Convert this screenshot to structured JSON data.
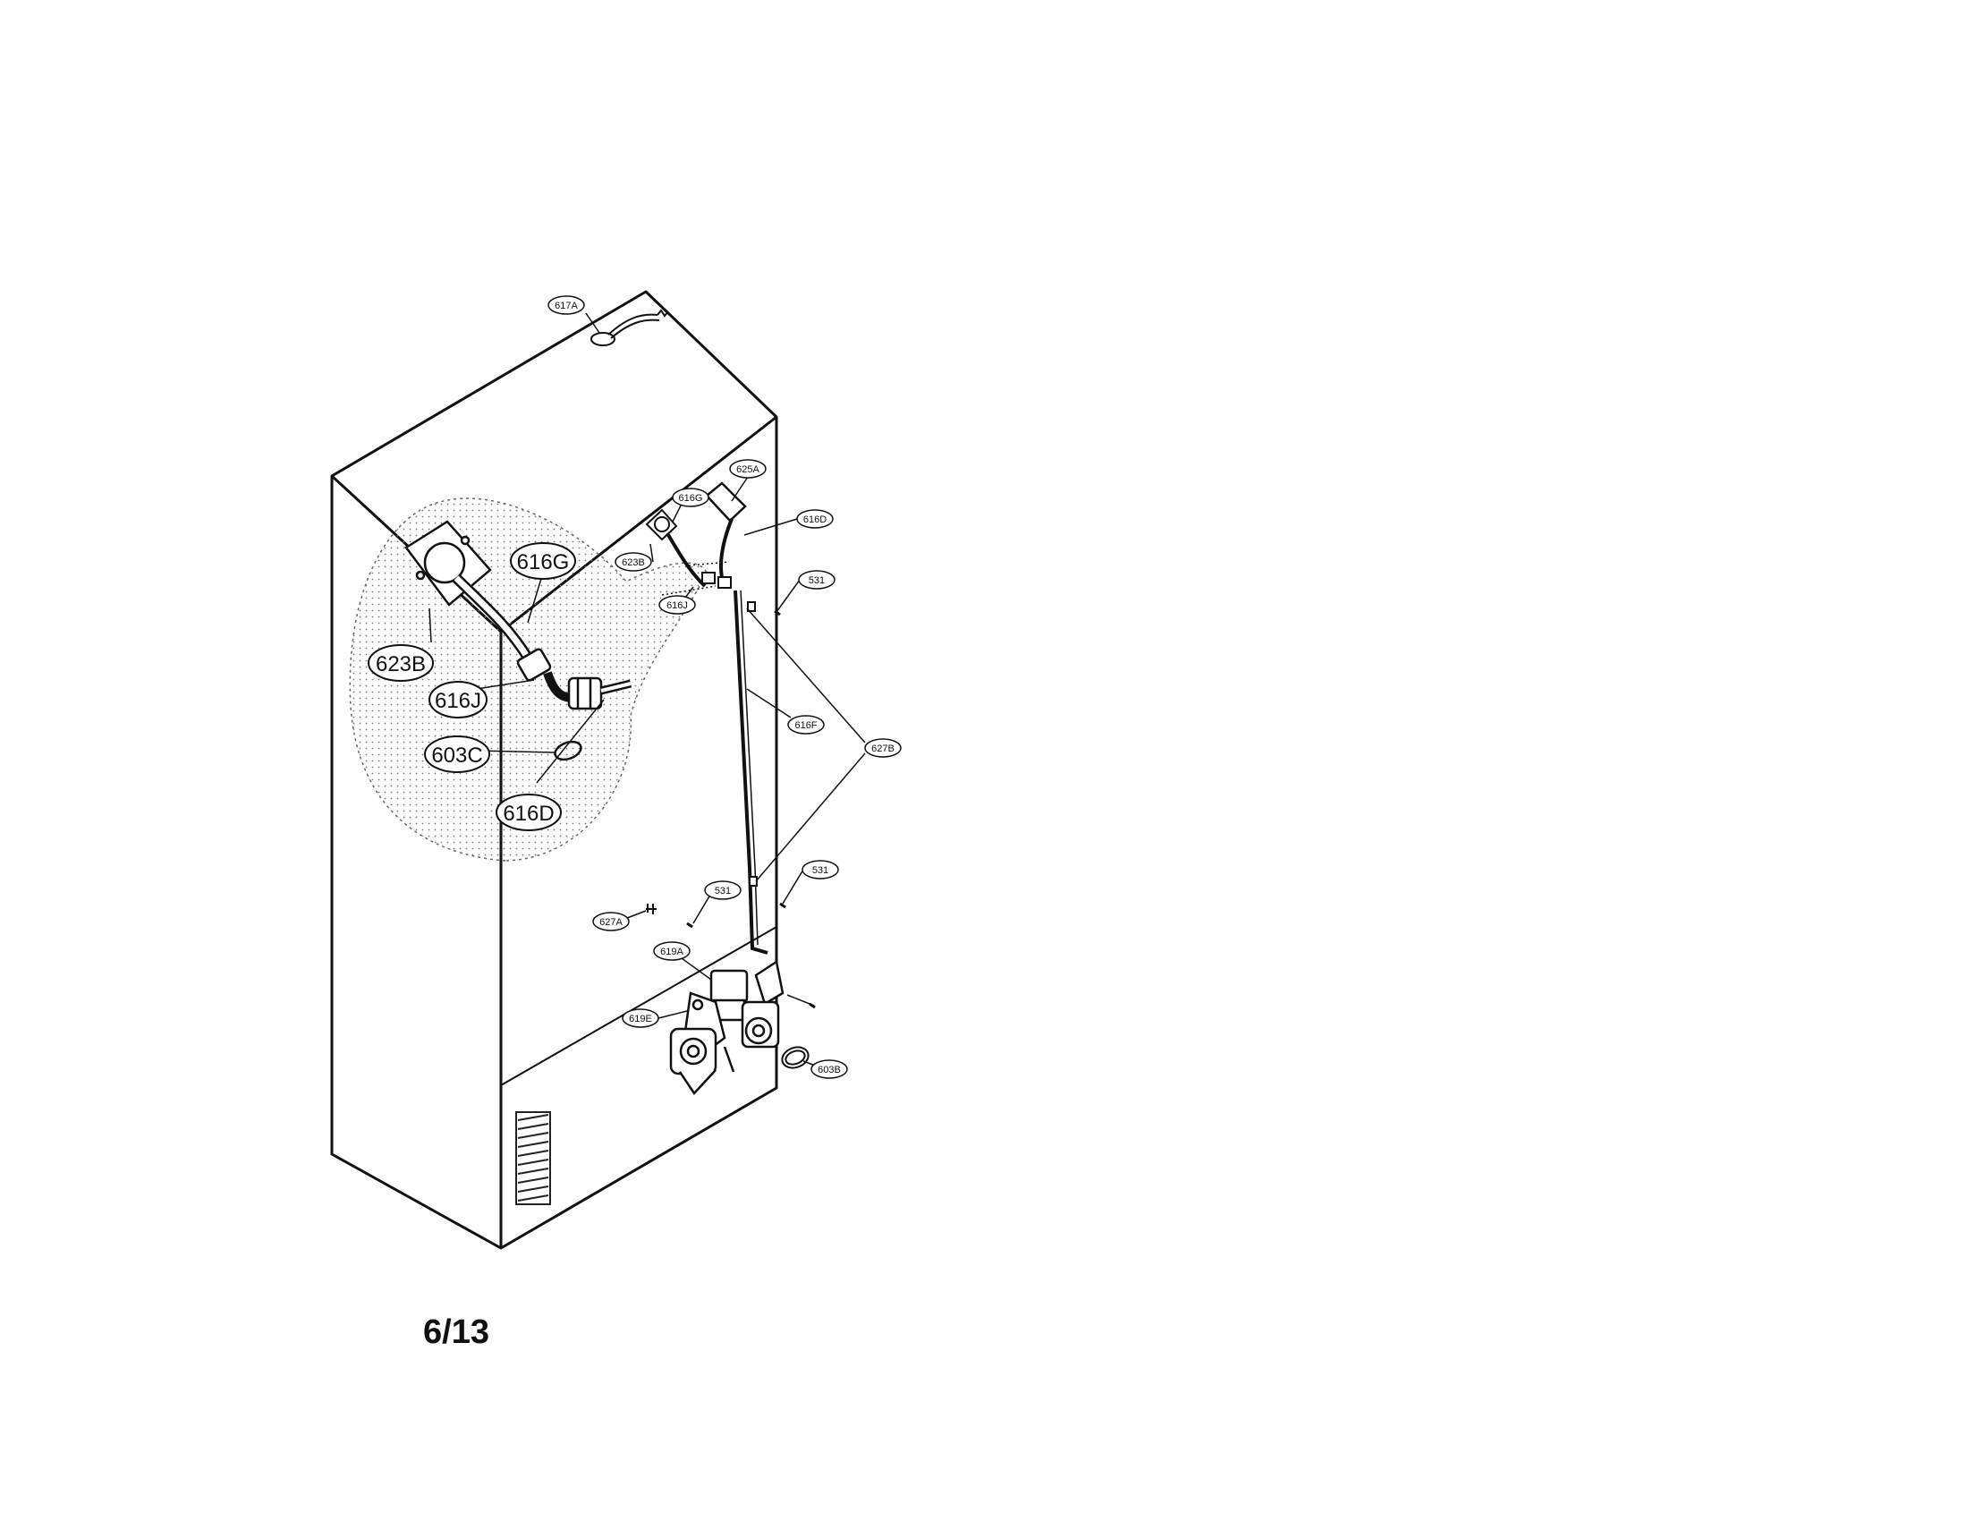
{
  "callouts": {
    "c617A": "617A",
    "c625A": "625A",
    "c616G": "616G",
    "c616D": "616D",
    "c623B": "623B",
    "c616J": "616J",
    "c531a": "531",
    "c616F": "616F",
    "c627B": "627B",
    "c531b": "531",
    "c531c": "531",
    "c627A": "627A",
    "c619A": "619A",
    "c619E": "619E",
    "c603B": "603B"
  },
  "detail": {
    "d616G": "616G",
    "d623B": "623B",
    "d616J": "616J",
    "d603C": "603C",
    "d616D": "616D"
  },
  "page_number": "6/13"
}
